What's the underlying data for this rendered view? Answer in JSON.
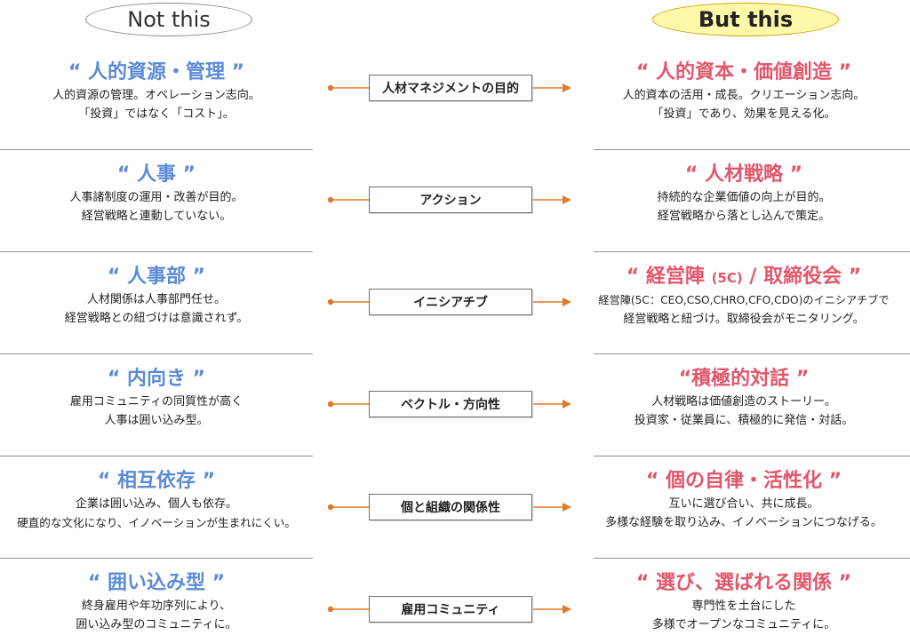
{
  "headers": {
    "left": "Not this",
    "right": "But this"
  },
  "rows": [
    {
      "left": {
        "title": "“ 人的資源・管理 ”",
        "lines": [
          "人的資源の管理。オペレーション志向。",
          "「投資」ではなく「コスト」。"
        ]
      },
      "label": "人材マネジメントの目的",
      "right": {
        "title": "“ 人的資本・価値創造 ”",
        "lines": [
          "人的資本の活用・成長。クリエーション志向。",
          "「投資」であり、効果を見える化。"
        ]
      }
    },
    {
      "left": {
        "title": "“ 人事 ”",
        "lines": [
          "人事諸制度の運用・改善が目的。",
          "経営戦略と連動していない。"
        ]
      },
      "label": "アクション",
      "right": {
        "title": "“ 人材戦略 ”",
        "lines": [
          "持続的な企業価値の向上が目的。",
          "経営戦略から落とし込んで策定。"
        ]
      }
    },
    {
      "left": {
        "title": "“ 人事部 ”",
        "lines": [
          "人材関係は人事部門任せ。",
          "経営戦略との紐づけは意識されず。"
        ]
      },
      "label": "イニシアチブ",
      "right": {
        "title_a": "“ 経営陣 ",
        "title_b": "(5C)",
        "title_c": " / 取締役会 ”",
        "lines": [
          "経営陣(5C：CEO,CSO,CHRO,CFO,CDO)のイニシアチブで",
          "経営戦略と紐づけ。取締役会がモニタリング。"
        ]
      }
    },
    {
      "left": {
        "title": "“ 内向き ”",
        "lines": [
          "雇用コミュニティの同質性が高く",
          "人事は囲い込み型。"
        ]
      },
      "label": "ベクトル・方向性",
      "right": {
        "title": "“積極的対話 ”",
        "lines": [
          "人材戦略は価値創造のストーリー。",
          "投資家・従業員に、積極的に発信・対話。"
        ]
      }
    },
    {
      "left": {
        "title": "“ 相互依存 ”",
        "lines": [
          "企業は囲い込み、個人も依存。",
          "硬直的な文化になり、イノベーションが生まれにくい。"
        ]
      },
      "label": "個と組織の関係性",
      "right": {
        "title": "“ 個の自律・活性化 ”",
        "lines": [
          "互いに選び合い、共に成長。",
          "多様な経験を取り込み、イノベーションにつなげる。"
        ]
      }
    },
    {
      "left": {
        "title": "“ 囲い込み型 ”",
        "lines": [
          "終身雇用や年功序列により、",
          "囲い込み型のコミュニティに。"
        ]
      },
      "label": "雇用コミュニティ",
      "right": {
        "title": "“ 選び、選ばれる関係 ”",
        "lines": [
          "専門性を土台にした",
          "多様でオープンなコミュニティに。"
        ]
      }
    }
  ]
}
